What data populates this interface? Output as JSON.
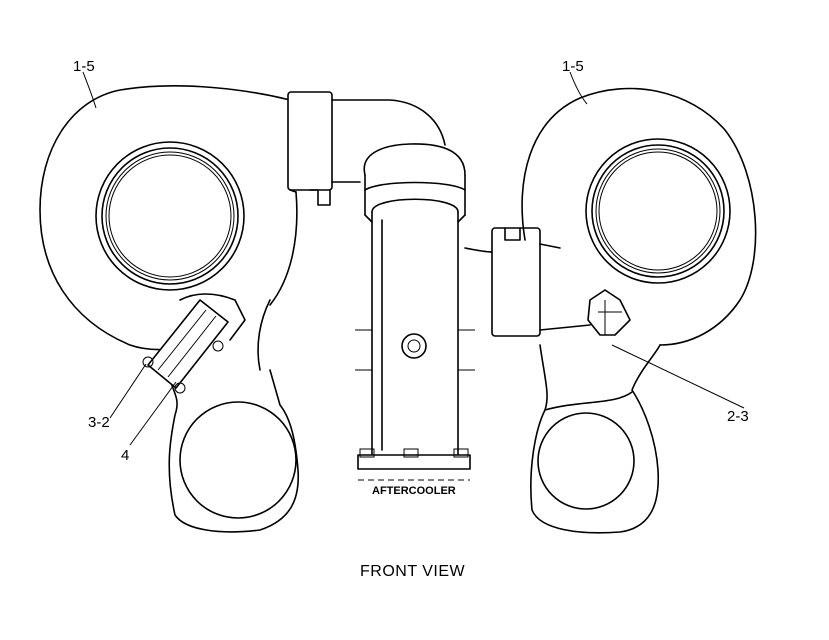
{
  "callouts": {
    "left_turbo": "1-5",
    "right_turbo": "1-5",
    "left_bolt": "3-2",
    "left_gasket": "4",
    "right_bolt": "2-3"
  },
  "labels": {
    "aftercooler": "AFTERCOOLER",
    "view_title": "FRONT  VIEW"
  }
}
